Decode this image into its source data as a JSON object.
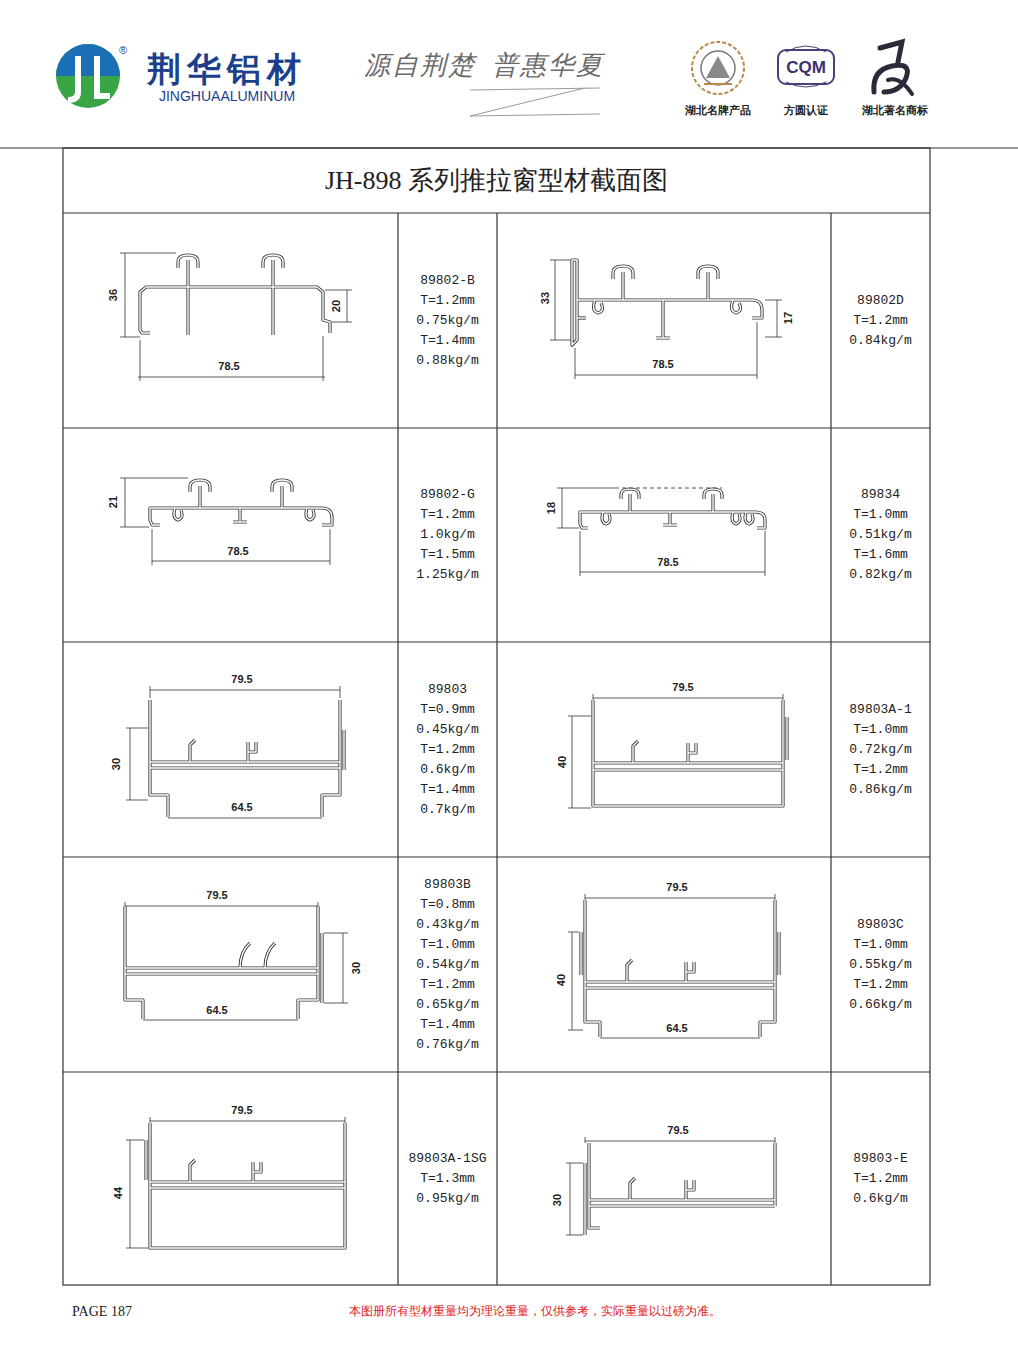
{
  "diagram": {
    "title": "JH-898 系列推拉窗型材截面图",
    "nodes": [
      {
        "text": [
          "89802-B",
          "T=1.2mm",
          "0.75kg/m",
          "T=1.4mm",
          "0.88kg/m"
        ]
      },
      {
        "text": [
          "89802D",
          "T=1.2mm",
          "0.84kg/m"
        ]
      },
      {
        "text": [
          "89802-G",
          "T=1.2mm",
          "1.0kg/m",
          "T=1.5mm",
          "1.25kg/m"
        ]
      },
      {
        "text": [
          "89834",
          "T=1.0mm",
          "0.51kg/m",
          "T=1.6mm",
          "0.82kg/m"
        ]
      },
      {
        "text": [
          "89803",
          "T=0.9mm",
          "0.45kg/m",
          "T=1.2mm",
          "0.6kg/m",
          "T=1.4mm",
          "0.7kg/m"
        ]
      },
      {
        "text": [
          "89803A-1",
          "T=1.0mm",
          "0.72kg/m",
          "T=1.2mm",
          "0.86kg/m"
        ]
      },
      {
        "text": [
          "89803B",
          "T=0.8mm",
          "0.43kg/m",
          "T=1.0mm",
          "0.54kg/m",
          "T=1.2mm",
          "0.65kg/m",
          "T=1.4mm",
          "0.76kg/m"
        ]
      },
      {
        "text": [
          "89803C",
          "T=1.0mm",
          "0.55kg/m",
          "T=1.2mm",
          "0.66kg/m"
        ]
      },
      {
        "text": [
          "89803A-1SG",
          "T=1.3mm",
          "0.95kg/m"
        ]
      },
      {
        "text": [
          "89803-E",
          "T=1.2mm",
          "0.6kg/m"
        ]
      }
    ],
    "labels": [
      "荆华铝材",
      "®",
      "JINGHUAALUMINUM",
      "源自荆楚",
      "普惠华夏",
      "CQM",
      "湖北名牌产品",
      "方圆认证",
      "湖北著名商标",
      "36",
      "20",
      "78.5",
      "33",
      "17",
      "78.5",
      "21",
      "78.5",
      "18",
      "78.5",
      "79.5",
      "30",
      "64.5",
      "79.5",
      "40",
      "79.5",
      "30",
      "64.5",
      "79.5",
      "40",
      "64.5",
      "79.5",
      "44",
      "79.5",
      "30",
      "PAGE 187",
      "本图册所有型材重量均为理论重量，仅供参考，实际重量以过磅为准。"
    ]
  }
}
